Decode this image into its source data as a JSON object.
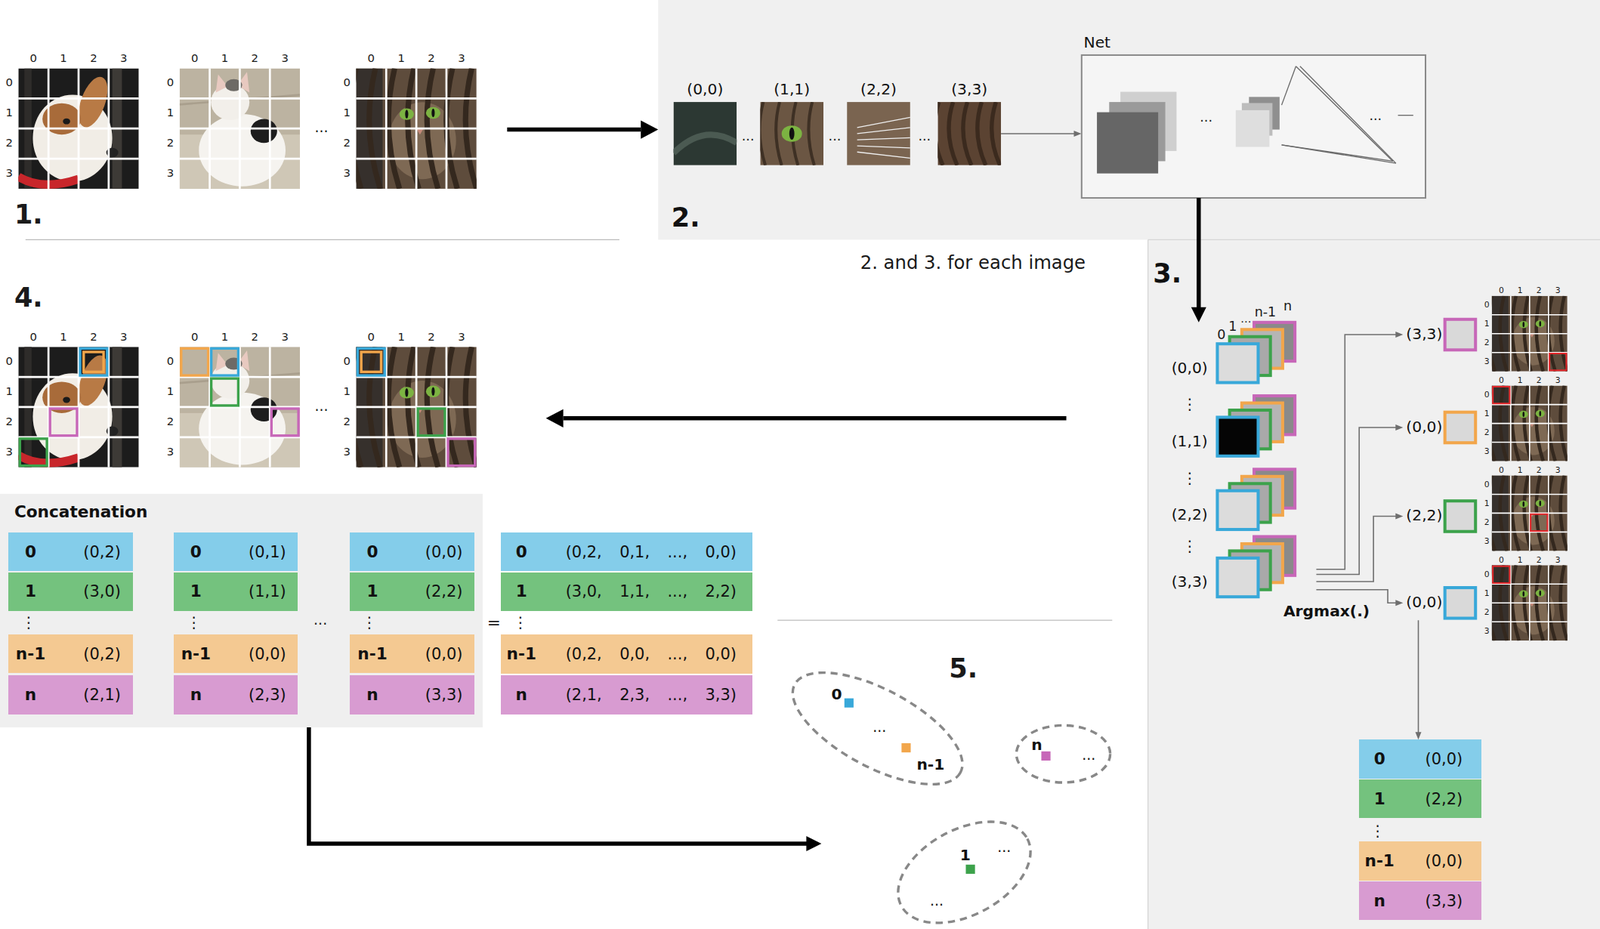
{
  "diagram": {
    "nodes": [
      {
        "text": [
          "2."
        ]
      },
      {
        "text": [
          "(0,0)"
        ],
        "in": 0
      },
      {
        "text": [
          "(1,1)"
        ],
        "in": 0
      },
      {
        "text": [
          "(2,2)"
        ],
        "in": 0
      },
      {
        "text": [
          "(3,3)"
        ],
        "in": 0
      },
      {
        "text": [
          "Net"
        ],
        "in": 0
      },
      {
        "text": [
          "3."
        ]
      },
      {
        "text": [
          "(0,0)"
        ],
        "in": 6
      },
      {
        "text": [
          "(1,1)"
        ],
        "in": 6
      },
      {
        "text": [
          "(2,2)"
        ],
        "in": 6
      },
      {
        "text": [
          "(3,3)"
        ],
        "in": 6
      },
      {
        "text": [
          "(3,3)"
        ],
        "in": 6
      },
      {
        "text": [
          "(0,0)"
        ],
        "in": 6
      },
      {
        "text": [
          "(2,2)"
        ],
        "in": 6
      },
      {
        "text": [
          "(0,0)"
        ],
        "in": 6
      },
      {
        "text": [
          "0",
          "(0,0)"
        ],
        "in": 6
      },
      {
        "text": [
          "1",
          "(2,2)"
        ],
        "in": 6
      },
      {
        "text": [
          "n-1",
          "(0,0)"
        ],
        "in": 6
      },
      {
        "text": [
          "n",
          "(3,3)"
        ],
        "in": 6
      },
      {
        "text": [
          "Concatenation"
        ]
      },
      {
        "text": [
          "0",
          "(0,2)"
        ],
        "in": 19
      },
      {
        "text": [
          "1",
          "(3,0)"
        ],
        "in": 19
      },
      {
        "text": [
          "n-1",
          "(0,2)"
        ],
        "in": 19
      },
      {
        "text": [
          "n",
          "(2,1)"
        ],
        "in": 19
      },
      {
        "text": [
          "0",
          "(0,1)"
        ],
        "in": 19
      },
      {
        "text": [
          "1",
          "(1,1)"
        ],
        "in": 19
      },
      {
        "text": [
          "n-1",
          "(0,0)"
        ],
        "in": 19
      },
      {
        "text": [
          "n",
          "(2,3)"
        ],
        "in": 19
      },
      {
        "text": [
          "0",
          "(0,0)"
        ],
        "in": 19
      },
      {
        "text": [
          "1",
          "(2,2)"
        ],
        "in": 19
      },
      {
        "text": [
          "n-1",
          "(0,0)"
        ],
        "in": 19
      },
      {
        "text": [
          "n",
          "(3,3)"
        ],
        "in": 19
      },
      {
        "text": [
          "0",
          "(0,2, 0,1, ..., 0,0)"
        ]
      },
      {
        "text": [
          "1",
          "(3,0, 1,1, ..., 2,2)"
        ]
      },
      {
        "text": [
          "n-1",
          "(0,2, 0,0, ..., 0,0)"
        ]
      },
      {
        "text": [
          "n",
          "(2,1, 2,3, ..., 3,3)"
        ]
      },
      {
        "text": [
          "0",
          "...",
          "n-1"
        ]
      },
      {
        "text": [
          "n",
          "..."
        ]
      },
      {
        "text": [
          "1",
          "...",
          "..."
        ]
      }
    ],
    "edges": [
      {
        "from": 4,
        "to": 5,
        "arrow": "to"
      },
      {
        "from": 5,
        "to": 7,
        "arrow": "to"
      },
      {
        "from": 10,
        "to": 11,
        "arrow": "to"
      },
      {
        "from": 10,
        "to": 12,
        "arrow": "to"
      },
      {
        "from": 10,
        "to": 13,
        "arrow": "to"
      },
      {
        "from": 10,
        "to": 14,
        "label": "Argmax(.)",
        "arrow": "to"
      },
      {
        "from": 14,
        "to": 15,
        "arrow": "to"
      },
      {
        "from": 19,
        "to": 38,
        "arrow": "to"
      }
    ],
    "labels": [
      "0",
      "1",
      "2",
      "3",
      "0",
      "1",
      "2",
      "3",
      "0",
      "1",
      "2",
      "3",
      "0",
      "1",
      "2",
      "3",
      "0",
      "1",
      "2",
      "3",
      "0",
      "1",
      "2",
      "3",
      "...",
      "1.",
      "...",
      "...",
      "...",
      "...",
      "...",
      "2. and 3. for each image",
      "0",
      "1",
      "...",
      "n-1",
      "n",
      "⋮",
      "⋮",
      "⋮",
      "0",
      "1",
      "2",
      "3",
      "0",
      "1",
      "2",
      "3",
      "0",
      "1",
      "2",
      "3",
      "0",
      "1",
      "2",
      "3",
      "0",
      "1",
      "2",
      "3",
      "0",
      "1",
      "2",
      "3",
      "0",
      "1",
      "2",
      "3",
      "0",
      "1",
      "2",
      "3",
      "⋮",
      "4.",
      "0",
      "1",
      "2",
      "3",
      "0",
      "1",
      "2",
      "3",
      "0",
      "1",
      "2",
      "3",
      "0",
      "1",
      "2",
      "3",
      "0",
      "1",
      "2",
      "3",
      "0",
      "1",
      "2",
      "3",
      "...",
      "⋮",
      "⋮",
      "⋮",
      "...",
      "=",
      "⋮",
      "5."
    ]
  }
}
